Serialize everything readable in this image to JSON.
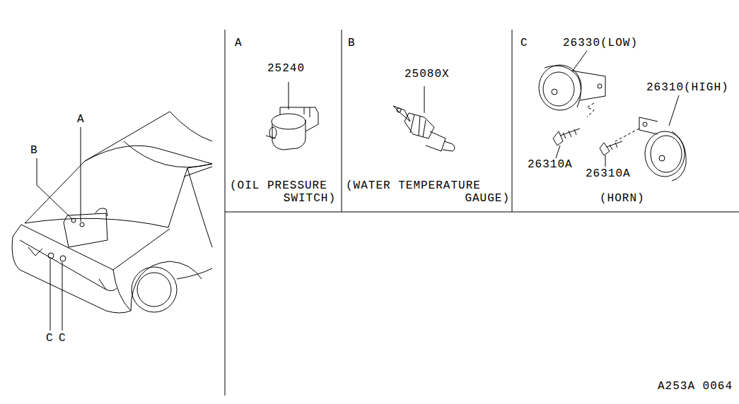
{
  "diagram": {
    "labels": [
      "A",
      "B",
      "C",
      "C",
      "A",
      "25240",
      "(OIL PRESSURE SWITCH)",
      "B",
      "25080X",
      "(WATER TEMPERATURE GAUGE)",
      "C",
      "26330(LOW)",
      "26310(HIGH)",
      "26310A",
      "26310A",
      "(HORN)",
      "A253A 0064"
    ]
  }
}
